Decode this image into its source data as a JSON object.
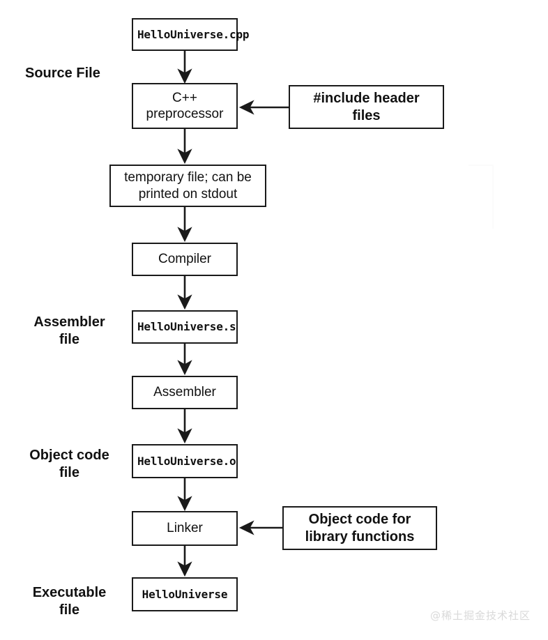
{
  "diagram": {
    "title": "C++ compilation pipeline",
    "background": "#ffffff",
    "stroke": "#1a1a1a",
    "text_color": "#111111"
  },
  "stage_labels": [
    {
      "id": "source-file",
      "text": "Source File"
    },
    {
      "id": "assembler-file",
      "text": "Assembler\nfile"
    },
    {
      "id": "object-code-file",
      "text": "Object code\nfile"
    },
    {
      "id": "executable-file",
      "text": "Executable\nfile"
    }
  ],
  "nodes": {
    "source": "HelloUniverse.cpp",
    "preprocessor": "C++\npreprocessor",
    "include_headers": "#include header\nfiles",
    "temp_file": "temporary file; can be\nprinted on stdout",
    "compiler": "Compiler",
    "asm_file": "HelloUniverse.s",
    "assembler": "Assembler",
    "obj_file": "HelloUniverse.o",
    "linker": "Linker",
    "library_object_code": "Object code for\nlibrary functions",
    "executable": "HelloUniverse"
  },
  "watermark": {
    "text": "@稀土掘金技术社区"
  }
}
